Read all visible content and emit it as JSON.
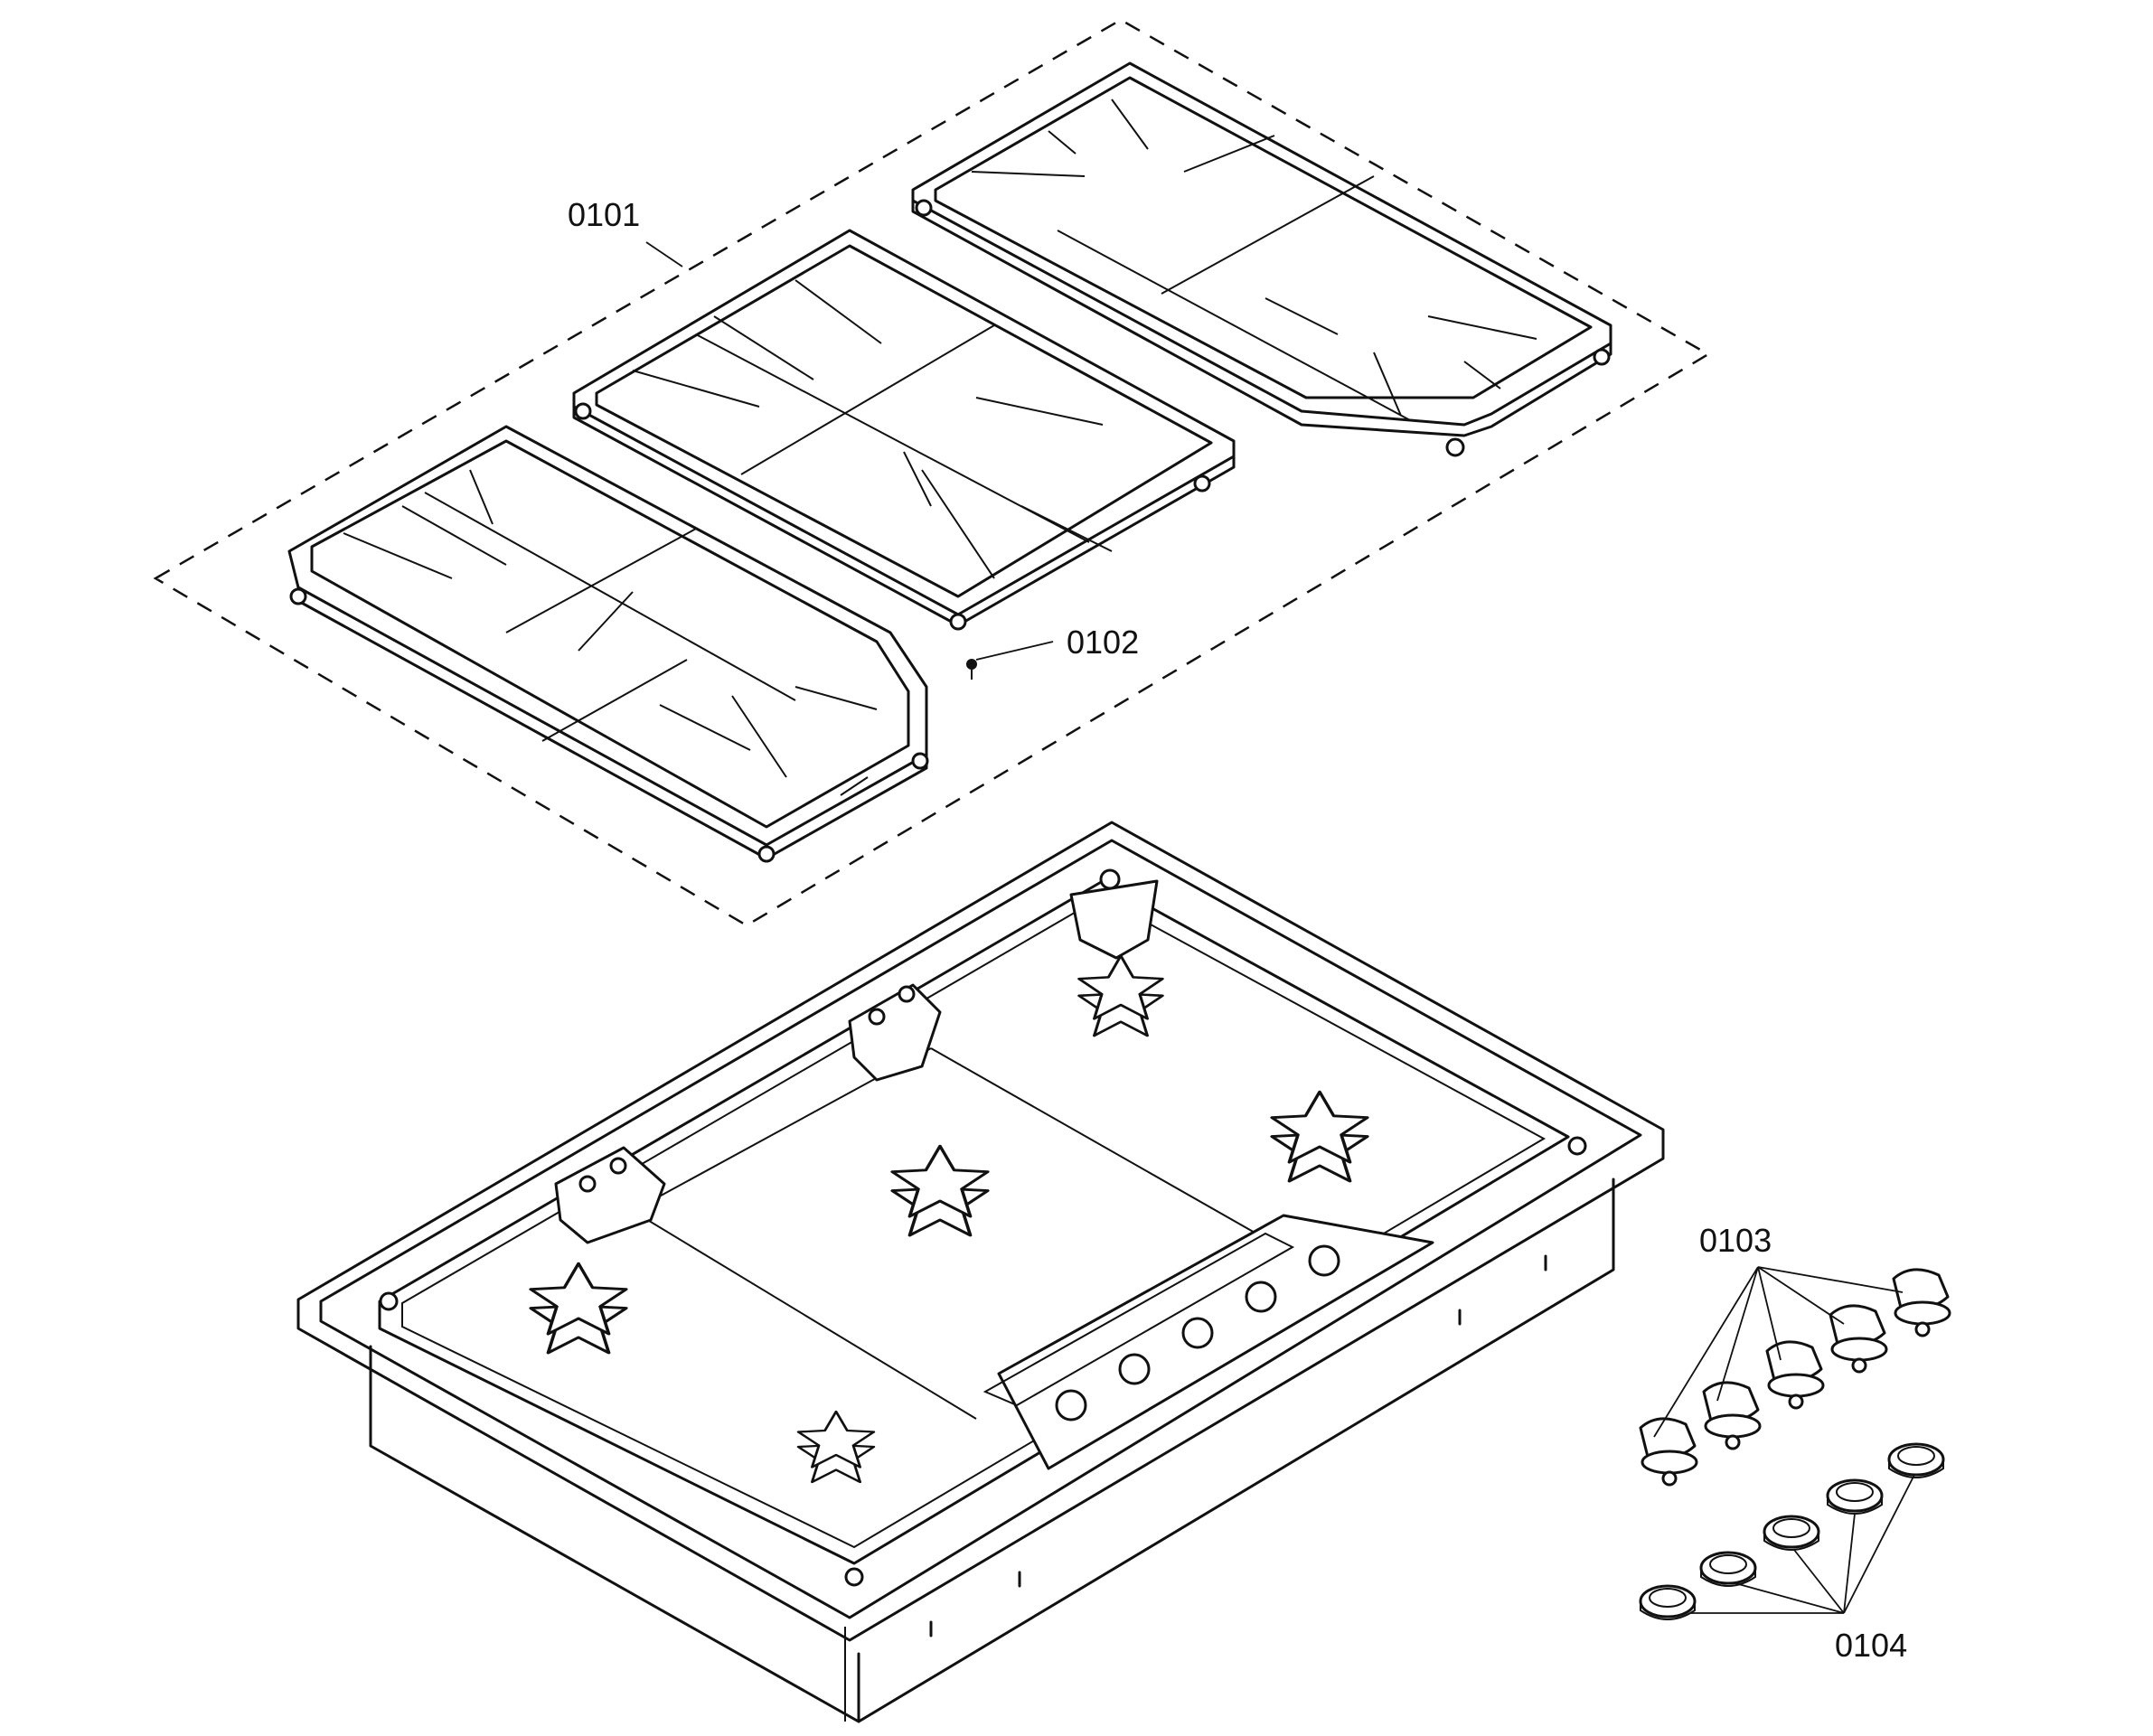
{
  "callouts": {
    "grates": "0101",
    "grate_bumper": "0102",
    "knobs": "0103",
    "knob_bezels": "0104"
  },
  "counts": {
    "grates": 3,
    "burners": 5,
    "knobs": 5,
    "bezels": 5
  }
}
